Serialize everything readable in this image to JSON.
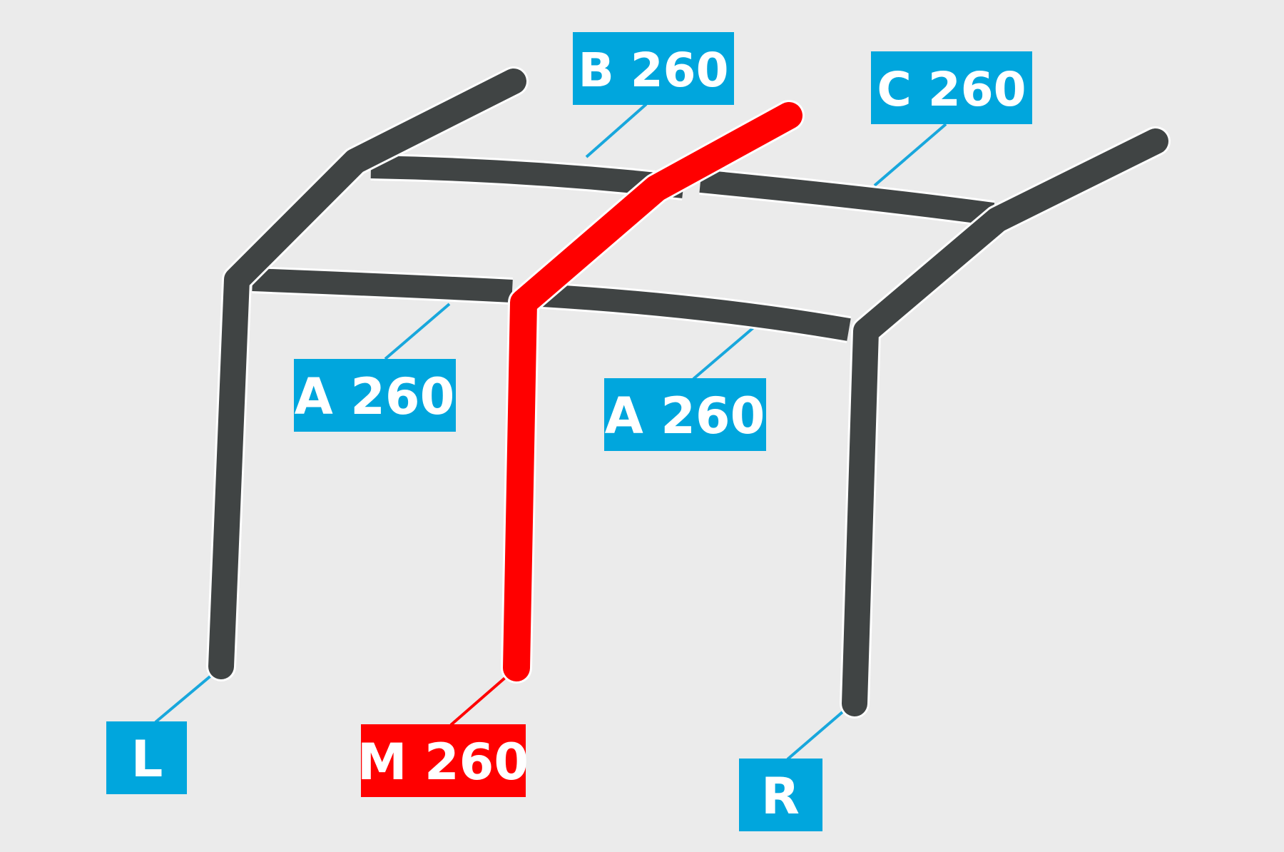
{
  "colors": {
    "background": "#ebebeb",
    "frame": "#404444",
    "highlight": "#ff0000",
    "label_blue": "#00a6dd",
    "leader_blue": "#18a7dc",
    "leader_red": "#ff0000",
    "label_text": "#ffffff"
  },
  "labels": {
    "b": "B 260",
    "c": "C 260",
    "a_left": "A 260",
    "a_right": "A 260",
    "l": "L",
    "m": "M 260",
    "r": "R"
  }
}
